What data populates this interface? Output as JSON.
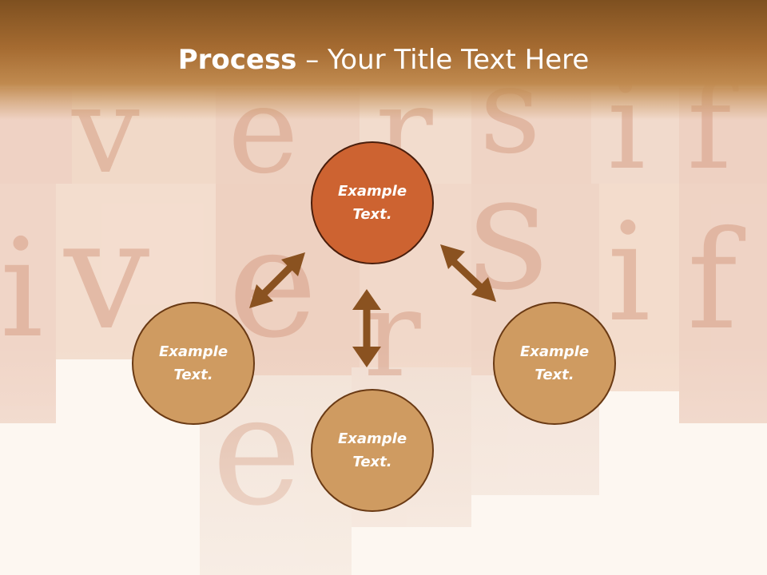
{
  "slide": {
    "title_bold": "Process",
    "title_rest": " – Your Title Text Here"
  },
  "diagram": {
    "nodes": [
      {
        "id": "top",
        "label": "Example Text.",
        "role": "center",
        "color": "#cd6331"
      },
      {
        "id": "left",
        "label": "Example Text.",
        "role": "outer",
        "color": "#cf9b61"
      },
      {
        "id": "bottom",
        "label": "Example Text.",
        "role": "outer",
        "color": "#cf9b61"
      },
      {
        "id": "right",
        "label": "Example Text.",
        "role": "outer",
        "color": "#cf9b61"
      }
    ],
    "connectors": [
      {
        "from": "top",
        "to": "left",
        "type": "double-arrow"
      },
      {
        "from": "top",
        "to": "bottom",
        "type": "double-arrow"
      },
      {
        "from": "top",
        "to": "right",
        "type": "double-arrow"
      }
    ],
    "arrow_color": "#8a5220",
    "header_color": "#a56b31"
  }
}
